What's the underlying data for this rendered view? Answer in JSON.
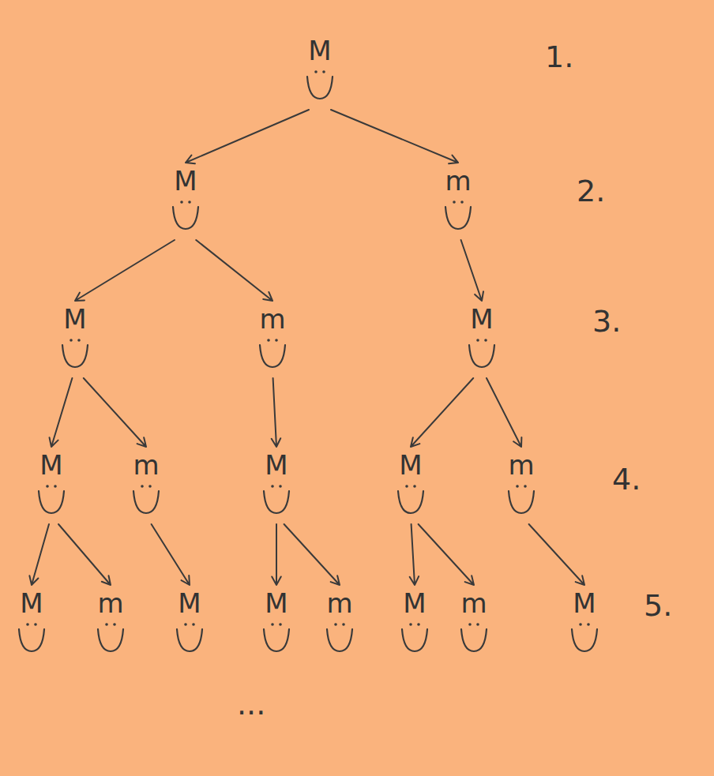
{
  "diagram": {
    "nodes": [
      {
        "text": [
          "M"
        ]
      },
      {
        "text": [
          "M"
        ]
      },
      {
        "text": [
          "m"
        ]
      },
      {
        "text": [
          "M"
        ]
      },
      {
        "text": [
          "m"
        ]
      },
      {
        "text": [
          "M"
        ]
      },
      {
        "text": [
          "M"
        ]
      },
      {
        "text": [
          "m"
        ]
      },
      {
        "text": [
          "M"
        ]
      },
      {
        "text": [
          "M"
        ]
      },
      {
        "text": [
          "m"
        ]
      },
      {
        "text": [
          "M"
        ]
      },
      {
        "text": [
          "m"
        ]
      },
      {
        "text": [
          "M"
        ]
      },
      {
        "text": [
          "M"
        ]
      },
      {
        "text": [
          "m"
        ]
      },
      {
        "text": [
          "M"
        ]
      },
      {
        "text": [
          "m"
        ]
      },
      {
        "text": [
          "M"
        ]
      }
    ],
    "edges": [
      {
        "from": 0,
        "to": 1,
        "arrow": "to"
      },
      {
        "from": 0,
        "to": 2,
        "arrow": "to"
      },
      {
        "from": 1,
        "to": 3,
        "arrow": "to"
      },
      {
        "from": 1,
        "to": 4,
        "arrow": "to"
      },
      {
        "from": 2,
        "to": 5,
        "arrow": "to"
      },
      {
        "from": 3,
        "to": 6,
        "arrow": "to"
      },
      {
        "from": 3,
        "to": 7,
        "arrow": "to"
      },
      {
        "from": 4,
        "to": 8,
        "arrow": "to"
      },
      {
        "from": 5,
        "to": 9,
        "arrow": "to"
      },
      {
        "from": 5,
        "to": 10,
        "arrow": "to"
      },
      {
        "from": 6,
        "to": 11,
        "arrow": "to"
      },
      {
        "from": 6,
        "to": 12,
        "arrow": "to"
      },
      {
        "from": 7,
        "to": 13,
        "arrow": "to"
      },
      {
        "from": 8,
        "to": 14,
        "arrow": "to"
      },
      {
        "from": 8,
        "to": 15,
        "arrow": "to"
      },
      {
        "from": 9,
        "to": 16,
        "arrow": "to"
      },
      {
        "from": 9,
        "to": 17,
        "arrow": "to"
      },
      {
        "from": 10,
        "to": 18,
        "arrow": "to"
      }
    ],
    "labels": [
      "1.",
      "2.",
      "3.",
      "4.",
      "5.",
      "..."
    ]
  }
}
